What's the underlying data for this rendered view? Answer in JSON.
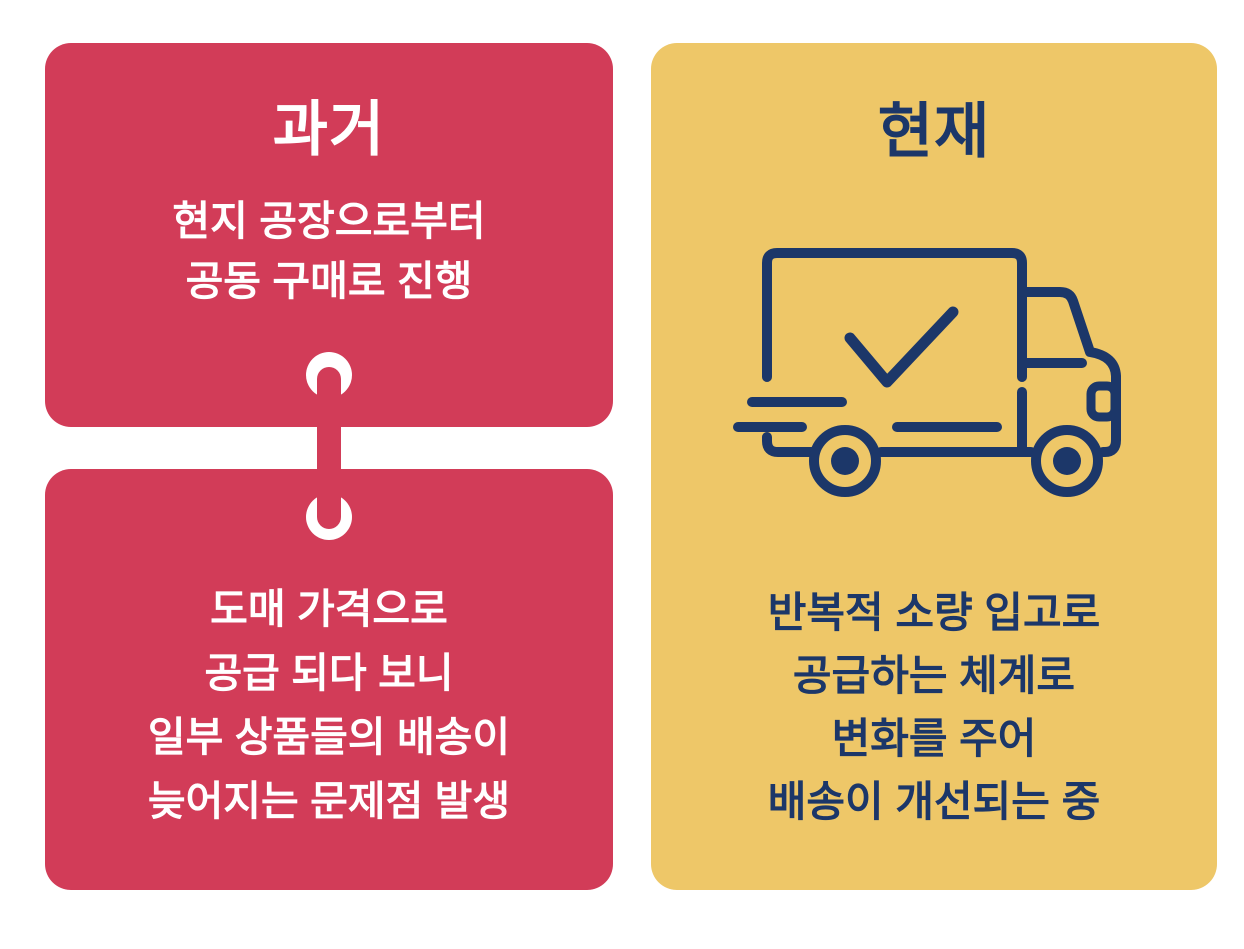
{
  "colors": {
    "card_red": "#D23C58",
    "card_yellow": "#EEC768",
    "text_navy": "#1C3769",
    "text_white": "#FFFFFF",
    "background": "#FFFFFF"
  },
  "past_card": {
    "title": "과거",
    "lines": [
      "현지 공장으로부터",
      "공동 구매로 진행"
    ]
  },
  "problem_card": {
    "lines": [
      "도매 가격으로",
      "공급 되다 보니",
      "일부 상품들의 배송이",
      "늦어지는 문제점 발생"
    ]
  },
  "present_card": {
    "title": "현재",
    "icon": "delivery-truck-check-icon",
    "lines": [
      "반복적 소량 입고로",
      "공급하는 체계로",
      "변화를 주어",
      "배송이 개선되는 중"
    ]
  }
}
